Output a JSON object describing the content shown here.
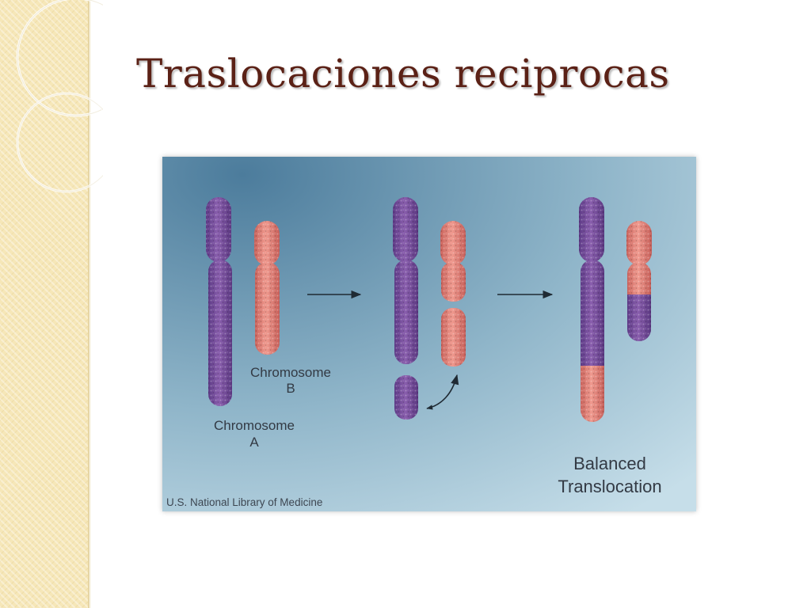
{
  "slide": {
    "title": "Traslocaciones reciprocas"
  },
  "figure": {
    "labels": {
      "chromosome_a": [
        "Chromosome",
        "A"
      ],
      "chromosome_b": [
        "Chromosome",
        "B"
      ],
      "result": [
        "Balanced",
        "Translocation"
      ]
    },
    "credit": "U.S. National Library of Medicine"
  },
  "colors": {
    "title": "#5b2116",
    "chromosome_a": "#7a4e9c",
    "chromosome_b": "#e2837a",
    "background_dark": "#4f7f9f",
    "background_light": "#bcd7e4",
    "side_band": "#f6e7b8"
  }
}
